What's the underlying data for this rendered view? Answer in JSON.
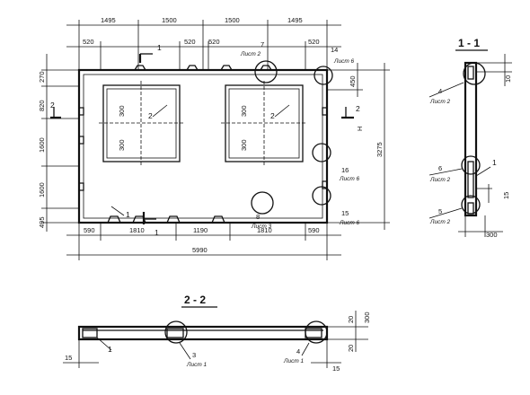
{
  "plan": {
    "top_dims": [
      "1495",
      "1500",
      "1500",
      "1495"
    ],
    "top_sub_dims": [
      "520",
      "520",
      "520",
      "520"
    ],
    "left_dims": [
      "270",
      "820",
      "1600",
      "1600",
      "495"
    ],
    "right_dims": [
      "450",
      "3275",
      "Н"
    ],
    "bottom_dims": [
      "590",
      "1810",
      "1190",
      "1810",
      "590"
    ],
    "total_width": "5990",
    "opening_dims": [
      "300",
      "300",
      "300",
      "300"
    ],
    "opening_labels": [
      "2",
      "2"
    ],
    "section_marks": [
      "1",
      "1",
      "2",
      "2"
    ],
    "callouts": [
      {
        "num": "7",
        "sheet": "Лист 2"
      },
      {
        "num": "14",
        "sheet": "Лист 6"
      },
      {
        "num": "16",
        "sheet": "Лист 6"
      },
      {
        "num": "15",
        "sheet": "Лист 6"
      },
      {
        "num": "8",
        "sheet": "Лист 3"
      }
    ],
    "item_label": "1"
  },
  "section_1_1": {
    "title": "1 - 1",
    "callouts": [
      {
        "num": "4",
        "sheet": "Лист 2"
      },
      {
        "num": "6",
        "sheet": "Лист 2"
      },
      {
        "num": "5",
        "sheet": "Лист 2"
      }
    ],
    "item_label": "1",
    "dims": [
      "10",
      "15",
      "300"
    ]
  },
  "section_2_2": {
    "title": "2 - 2",
    "callouts": [
      {
        "num": "3",
        "sheet": "Лист 1"
      },
      {
        "num": "4",
        "sheet": "Лист 1"
      }
    ],
    "item_label": "1",
    "dims": [
      "15",
      "15",
      "20",
      "20",
      "300"
    ]
  }
}
